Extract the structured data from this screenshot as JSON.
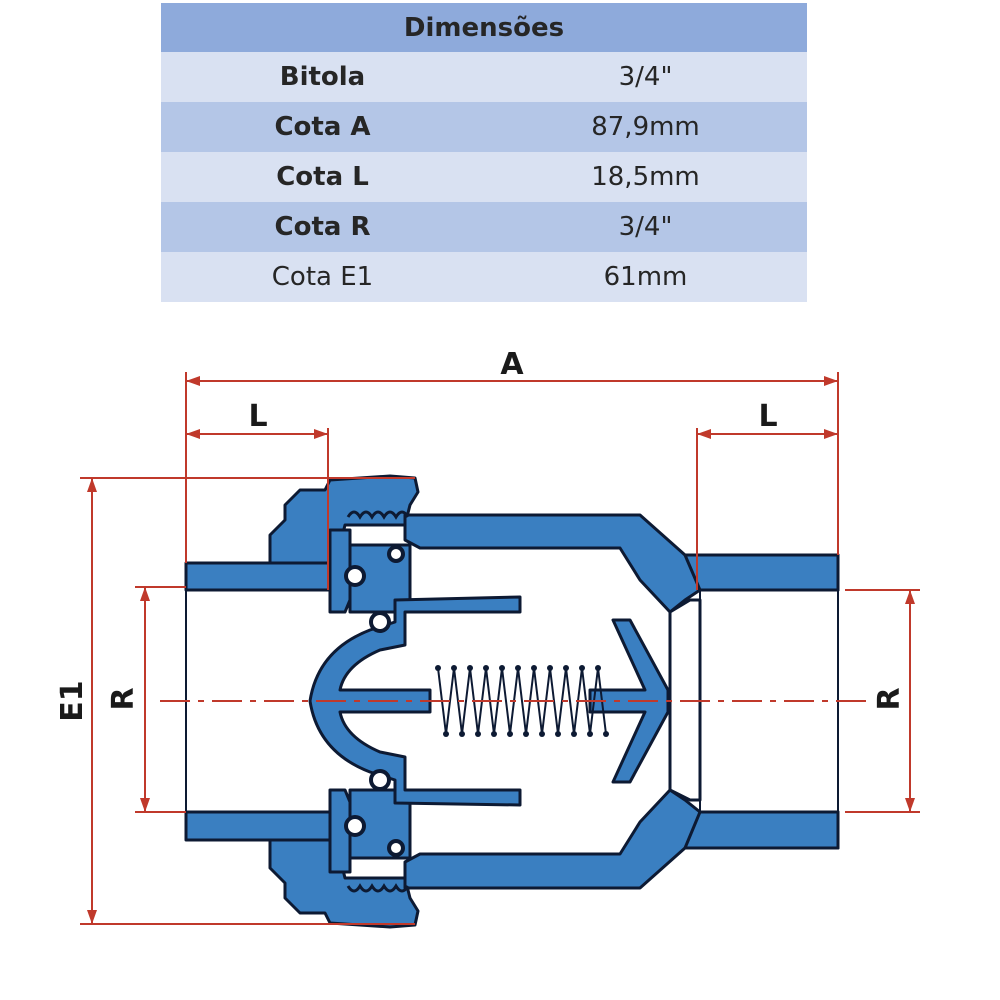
{
  "table": {
    "title": "Dimensões",
    "rows": [
      {
        "label": "Bitola",
        "value": "3/4\""
      },
      {
        "label": "Cota A",
        "value": "87,9mm"
      },
      {
        "label": "Cota L",
        "value": "18,5mm"
      },
      {
        "label": "Cota R",
        "value": "3/4\""
      },
      {
        "label": "Cota E1",
        "value": "61mm"
      }
    ]
  },
  "drawing": {
    "labels": {
      "a": "A",
      "l_left": "L",
      "l_right": "L",
      "e1": "E1",
      "r_left": "R",
      "r_right": "R"
    },
    "colors": {
      "body": "#3a7fc1",
      "outline": "#0d1a33",
      "dimension": "#c0392b"
    }
  }
}
